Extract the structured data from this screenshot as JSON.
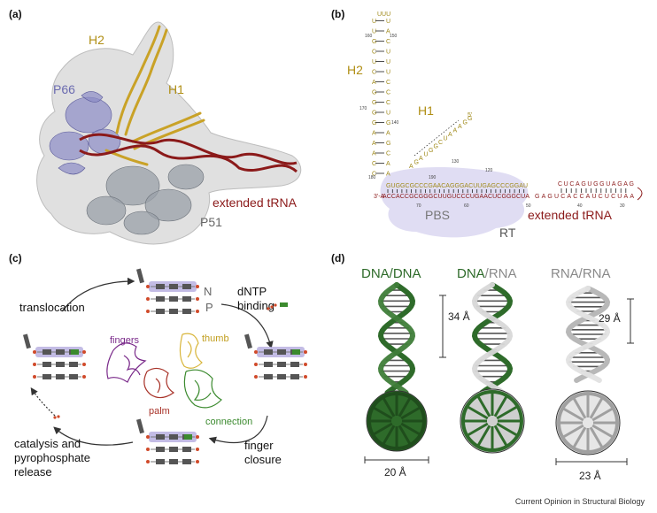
{
  "panels": {
    "a": {
      "label": "(a)",
      "labels": {
        "h2": "H2",
        "h1": "H1",
        "p66": "P66",
        "p51": "P51",
        "tRNA": "extended tRNA"
      },
      "colors": {
        "rna": "#c9a227",
        "trna": "#8b1a1a",
        "p66": "#8c8cc6",
        "p51": "#9aa0a8",
        "density": "#cfcfcf"
      }
    },
    "b": {
      "label": "(b)",
      "labels": {
        "h2": "H2",
        "h1": "H1",
        "pbs": "PBS",
        "rt": "RT",
        "tRNA": "extended tRNA",
        "five_prime": "5'",
        "three_prime": "3'-A"
      },
      "stem_left": "UUGCUCAGGGGAAACC",
      "stem_right": "UACUUUCCCUGAGCAA",
      "top_strand": "GUGGCGCCCGAACAGGGACUUGAGCCCGGAU",
      "bottom_strand": "ACCACCGCGGGCUUGUCCCUGAACUCGGGCUA",
      "trna_tail": "CUCAGUGGUAGAG",
      "trna_bottom": "GAGUCACCAUCUCUAA",
      "h1_seq": "AGAUGGCUAAAGG",
      "numbers": {
        "n160": "160",
        "n150": "150",
        "n170": "170",
        "n140": "140",
        "n130": "130",
        "n180": "180",
        "n190": "190",
        "n120": "120",
        "n70": "70",
        "n60": "60",
        "n50": "50",
        "n40": "40",
        "n30": "30"
      }
    },
    "c": {
      "label": "(c)",
      "labels": {
        "translocation": "translocation",
        "dntp_line1": "dNTP",
        "dntp_line2": "binding",
        "n": "N",
        "p": "P",
        "fingers": "fingers",
        "thumb": "thumb",
        "palm": "palm",
        "connection": "connection",
        "finger_line1": "finger",
        "finger_line2": "closure",
        "cat_line1": "catalysis and",
        "cat_line2": "pyrophosphate",
        "cat_line3": "release"
      },
      "colors": {
        "fingers": "#7a2a8a",
        "thumb": "#d8b53a",
        "palm": "#a83228",
        "connection": "#3b8a2e",
        "site": "#b8b0e0",
        "base": "#555555"
      }
    },
    "d": {
      "label": "(d)",
      "headers": [
        {
          "a": "DNA",
          "sep": "/",
          "b": "DNA"
        },
        {
          "a": "DNA",
          "sep": "/",
          "b": "RNA"
        },
        {
          "a": "RNA",
          "sep": "/",
          "b": "RNA"
        }
      ],
      "measures": {
        "dna_pitch": "34 Å",
        "rna_pitch": "29 Å",
        "dna_width": "20 Å",
        "rna_width": "23 Å"
      },
      "colors": {
        "dna": "#2e6b2a",
        "rna": "#9a9a9a"
      }
    }
  },
  "footer": "Current Opinion in Structural Biology"
}
